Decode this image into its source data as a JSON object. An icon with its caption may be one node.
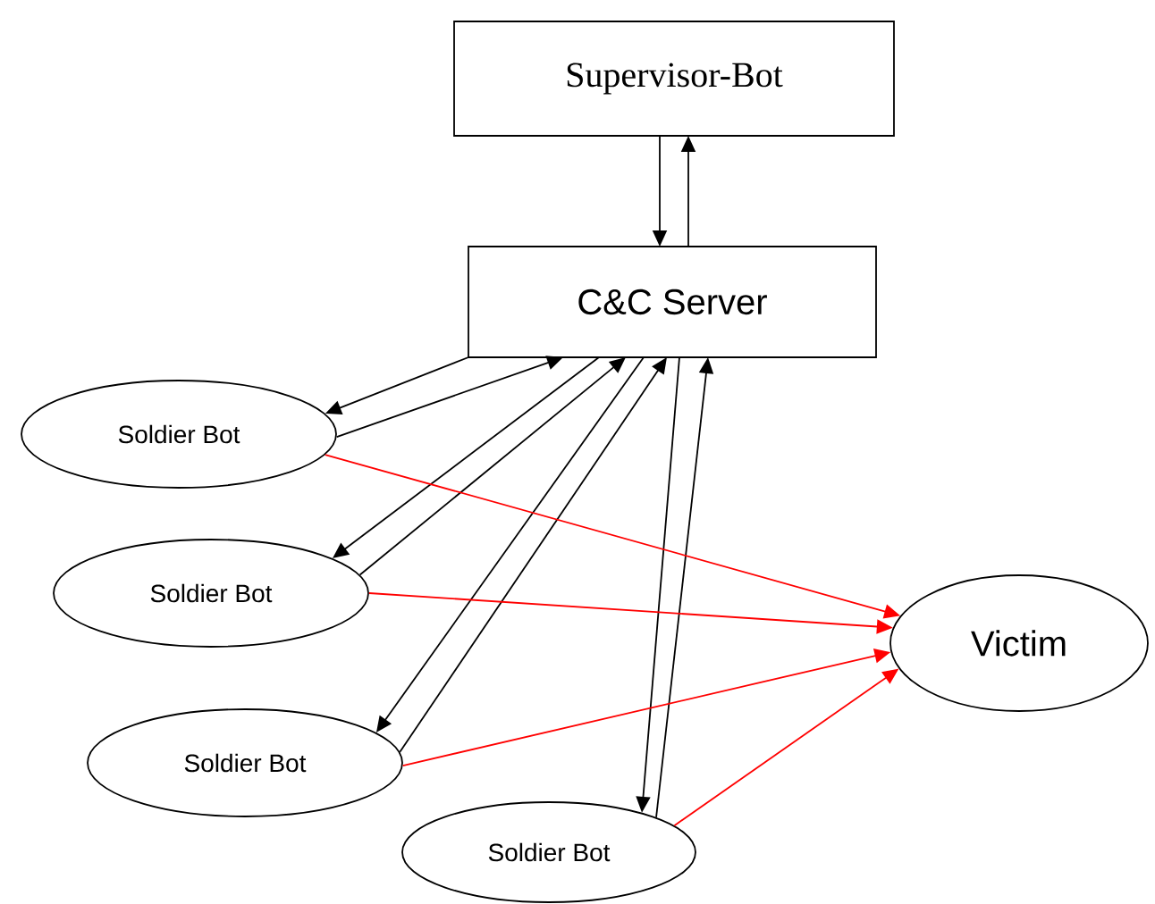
{
  "diagram": {
    "nodes": [
      {
        "text": [
          "Supervisor-Bot"
        ]
      },
      {
        "text": [
          "C&C Server"
        ]
      },
      {
        "text": [
          "Soldier Bot"
        ]
      },
      {
        "text": [
          "Soldier Bot"
        ]
      },
      {
        "text": [
          "Soldier Bot"
        ]
      },
      {
        "text": [
          "Soldier Bot"
        ]
      },
      {
        "text": [
          "Victim"
        ]
      }
    ],
    "edges": [
      {
        "from": 0,
        "to": 1,
        "arrow": "to"
      },
      {
        "from": 1,
        "to": 0,
        "arrow": "to"
      },
      {
        "from": 1,
        "to": 2,
        "arrow": "to"
      },
      {
        "from": 2,
        "to": 1,
        "arrow": "to"
      },
      {
        "from": 1,
        "to": 3,
        "arrow": "to"
      },
      {
        "from": 3,
        "to": 1,
        "arrow": "to"
      },
      {
        "from": 1,
        "to": 4,
        "arrow": "to"
      },
      {
        "from": 4,
        "to": 1,
        "arrow": "to"
      },
      {
        "from": 1,
        "to": 5,
        "arrow": "to"
      },
      {
        "from": 5,
        "to": 1,
        "arrow": "to"
      },
      {
        "from": 2,
        "to": 6,
        "arrow": "to",
        "color": "#ff0000"
      },
      {
        "from": 3,
        "to": 6,
        "arrow": "to",
        "color": "#ff0000"
      },
      {
        "from": 4,
        "to": 6,
        "arrow": "to",
        "color": "#ff0000"
      },
      {
        "from": 5,
        "to": 6,
        "arrow": "to",
        "color": "#ff0000"
      }
    ]
  }
}
